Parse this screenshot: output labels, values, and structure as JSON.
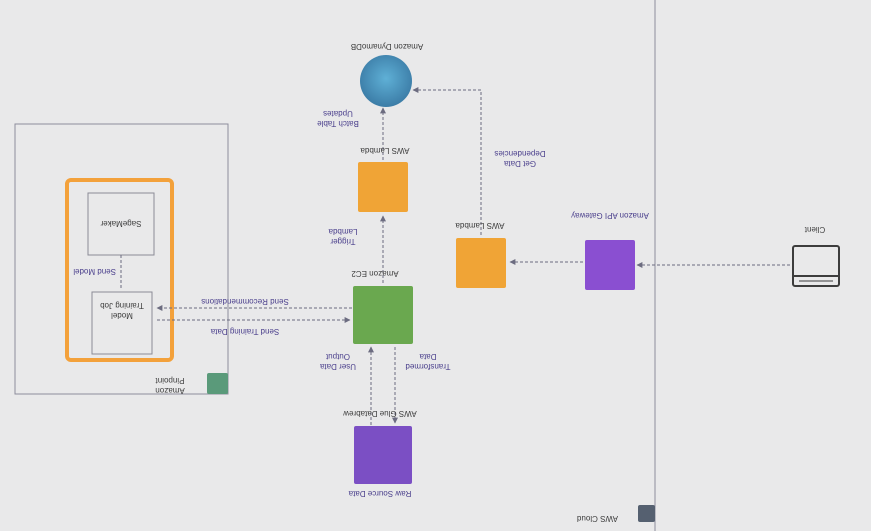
{
  "colors": {
    "background": "#e9e9ea",
    "line": "#6c6c80",
    "compute_orange": "#f0a436",
    "database_blue": "#3f7fa8",
    "ec2_green": "#6aa84f",
    "api_purple": "#8a4fd1",
    "glue_purple": "#7b4fc4",
    "container_orange": "#f3a13b"
  },
  "labels": {
    "database": "Amazon DynamoDB",
    "lambda_top": "AWS Lambda",
    "batch_write": "Batch Table Updates",
    "get_data": "Get Data Dependencies",
    "lambda_right": "AWS Lambda",
    "api_gateway": "Amazon API Gateway",
    "client": "Client",
    "ec2": "Amazon EC2",
    "trigger": "Trigger Lambda",
    "sagemaker": "SageMaker",
    "model": "Model Training Job",
    "send_model": "Send Model",
    "recommend": "Send Recommendations",
    "train_data": "Send Training Data",
    "pinpoint": "Amazon Pinpoint",
    "glue": "AWS Glue Databrew",
    "user_data": "User Data Output",
    "transform": "Transformed Data",
    "s3_data": "Raw Source Data",
    "cloud": "AWS Cloud"
  },
  "icons": {
    "database": "dynamodb-icon",
    "lambda": "lambda-icon",
    "api_gateway": "api-gateway-icon",
    "client": "browser-window-icon",
    "ec2": "ec2-icon",
    "glue": "glue-databrew-icon",
    "s3": "s3-bucket-icon",
    "pinpoint": "pinpoint-icon",
    "cloud": "aws-cloud-icon"
  }
}
